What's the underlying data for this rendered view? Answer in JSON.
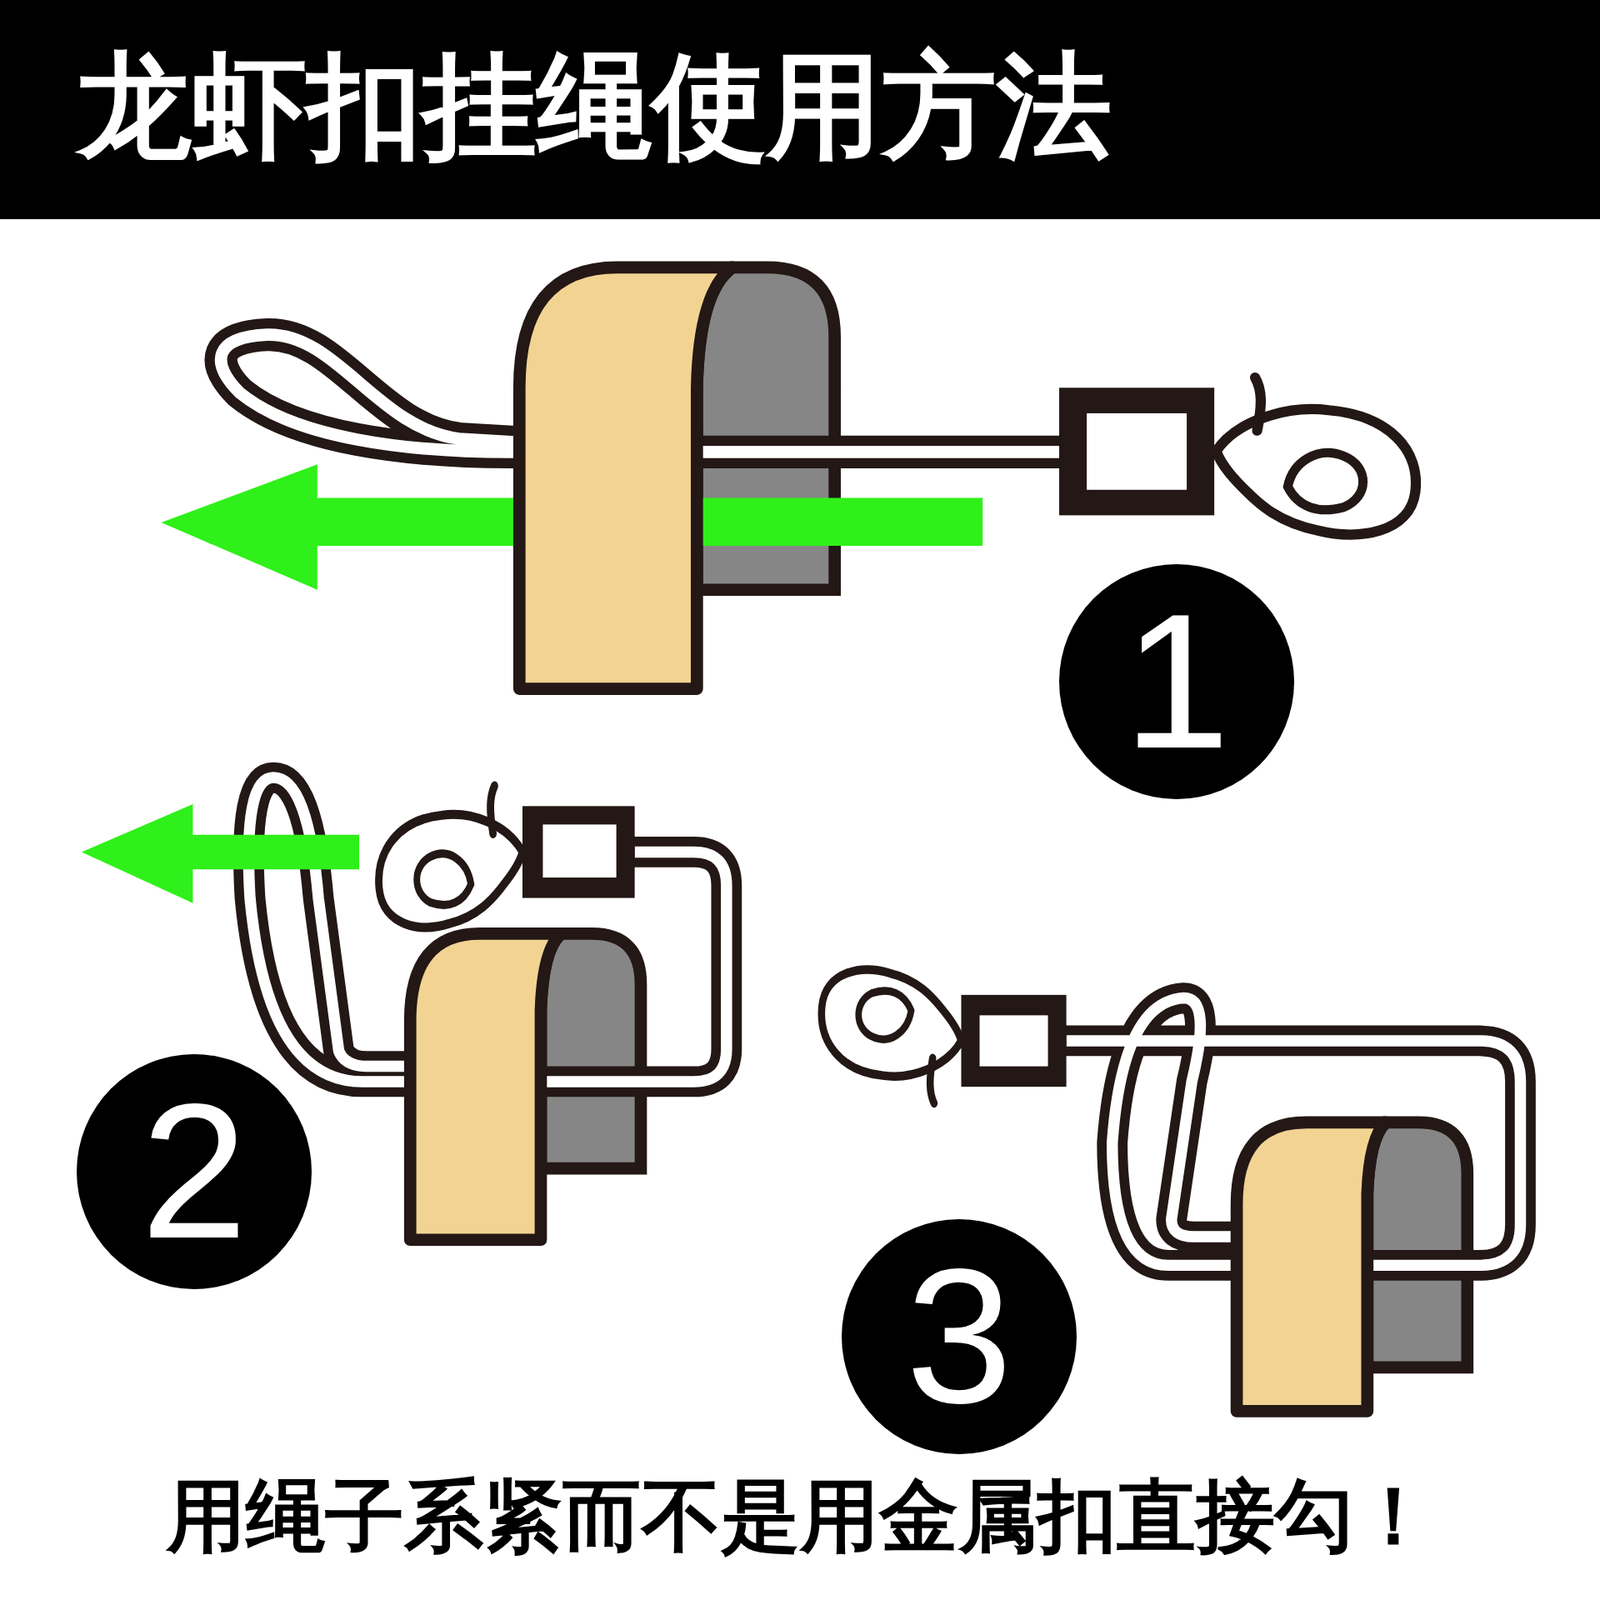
{
  "diagram": {
    "title": "龙虾扣挂绳使用方法",
    "caption": "用绳子系紧而不是用金属扣直接勾！",
    "nodes": [
      {
        "text": [
          "1"
        ]
      },
      {
        "text": [
          "2"
        ]
      },
      {
        "text": [
          "3"
        ]
      }
    ]
  }
}
